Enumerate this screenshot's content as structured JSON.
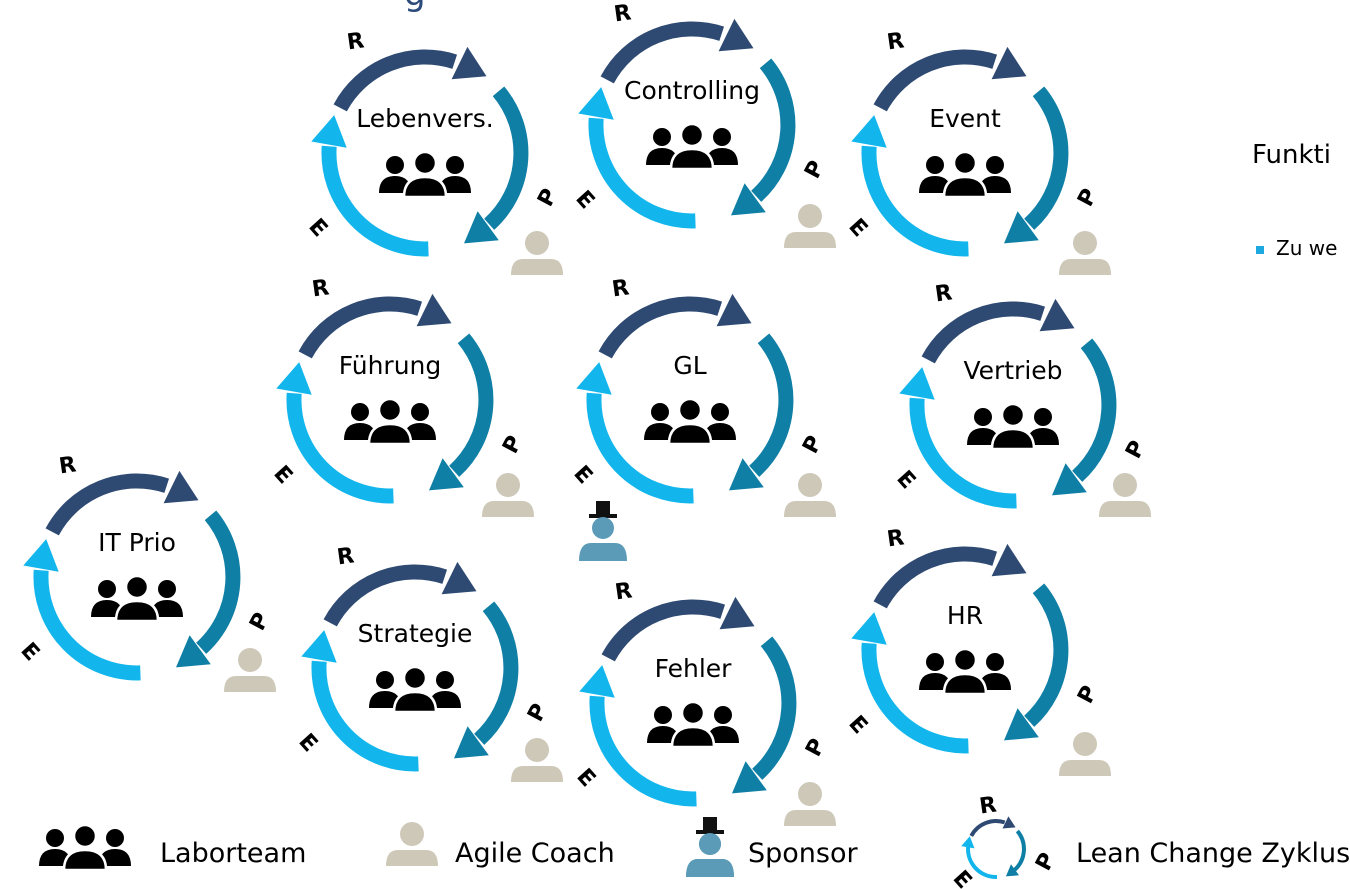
{
  "header_fragment": "g",
  "cycle_letters": {
    "r": "R",
    "p": "P",
    "e": "E"
  },
  "cycles": [
    {
      "label": "Lebenvers."
    },
    {
      "label": "Controlling"
    },
    {
      "label": "Event"
    },
    {
      "label": "Führung"
    },
    {
      "label": "GL"
    },
    {
      "label": "Vertrieb"
    },
    {
      "label": "IT Prio"
    },
    {
      "label": "Strategie"
    },
    {
      "label": "Fehler"
    },
    {
      "label": "HR"
    }
  ],
  "side_panel": {
    "heading": "Funkti",
    "bullet": "Zu we"
  },
  "legend": {
    "laborteam": "Laborteam",
    "agile_coach": "Agile Coach",
    "sponsor": "Sponsor",
    "lean_change": "Lean Change Zyklus"
  },
  "colors": {
    "arc_r": "#2e4a72",
    "arc_p": "#0f7fa6",
    "arc_e": "#12b6ec",
    "coach": "#cdc8b8",
    "sponsor_body": "#5b9bb8",
    "accent": "#1ea8e0"
  }
}
